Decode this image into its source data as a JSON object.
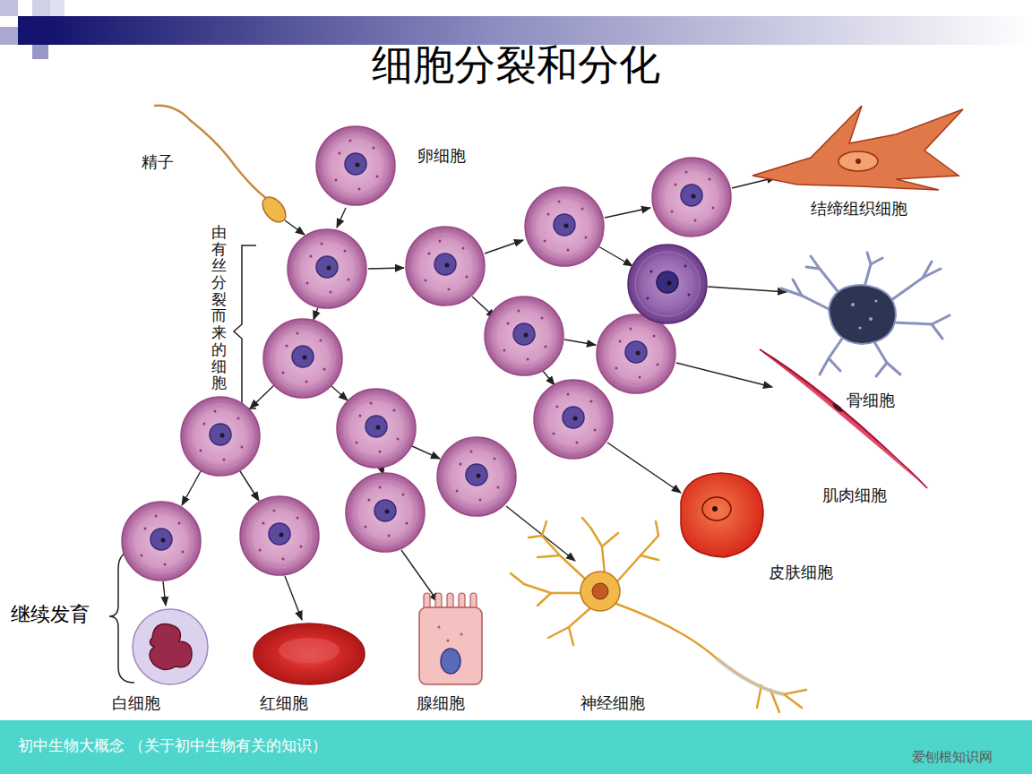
{
  "diagram": {
    "title": "细胞分裂和分化",
    "nodes": [
      {
        "text": [
          "精子"
        ]
      },
      {
        "text": [
          "卵细胞"
        ]
      },
      {
        "text": [
          "结缔组织细胞"
        ]
      },
      {
        "text": [
          "骨细胞"
        ]
      },
      {
        "text": [
          "肌肉细胞"
        ]
      },
      {
        "text": [
          "皮肤细胞"
        ]
      },
      {
        "text": [
          "神经细胞"
        ]
      },
      {
        "text": [
          "白细胞"
        ]
      },
      {
        "text": [
          "红细胞"
        ]
      },
      {
        "text": [
          "腺细胞"
        ]
      }
    ],
    "labels": [
      "由有丝分裂而来的细胞",
      "继续发育",
      "初中生物大概念 （关于初中生物有关的知识）",
      "爱刨根知识网"
    ]
  }
}
